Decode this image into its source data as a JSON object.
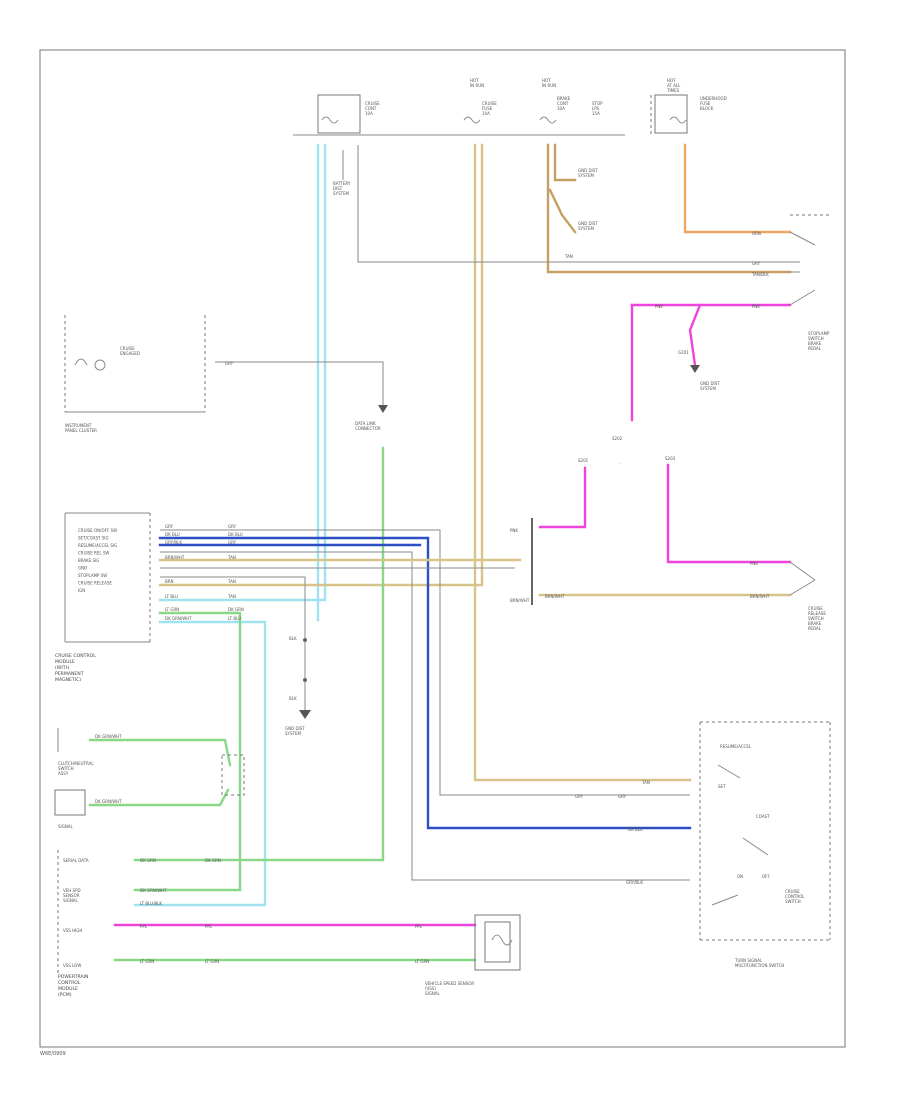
{
  "colors": {
    "lightblue": "#9fe3f0",
    "tan": "#d8c48a",
    "orange": "#f0a860",
    "gray": "#9a9a9a",
    "magenta": "#ee44dd",
    "green": "#88d888",
    "blue": "#2d4fc4",
    "brown": "#c4a062"
  },
  "footer_code": "W6E/0909",
  "components": {
    "underhood_fuse_top": [
      "HOT",
      "AT ALL",
      "TIMES"
    ],
    "junction_block": [
      "UNDERHOOD",
      "FUSE",
      "BLOCK"
    ],
    "fuse_left": [
      "CRUISE",
      "CONT",
      "10A"
    ],
    "fuse_mid": [
      "CRUISE",
      "FUSE",
      "10A"
    ],
    "fuse_right_a": [
      "BRAKE",
      "CONT",
      "10A"
    ],
    "fuse_right_b": [
      "STOP",
      "LPS",
      "15A"
    ],
    "hot_run_a": [
      "HOT",
      "IN RUN"
    ],
    "hot_run_b": [
      "HOT",
      "IN RUN"
    ],
    "battery_dist": [
      "BATTERY",
      "DIST",
      "SYSTEM"
    ],
    "gnd_dist_1": [
      "GND DIST",
      "SYSTEM"
    ],
    "gnd_dist_2": [
      "GND DIST",
      "SYSTEM"
    ],
    "gnd_dist_3": [
      "GND DIST",
      "SYSTEM"
    ],
    "instrument_cluster": [
      "INSTRUMENT",
      "PANEL CLUSTER"
    ],
    "cruise_indicator": [
      "CRUISE",
      "ENGAGED"
    ],
    "data_link": [
      "DATA LINK",
      "CONNECTOR"
    ],
    "stoplamp_switch": [
      "STOPLAMP",
      "SWITCH",
      "BRAKE",
      "PEDAL"
    ],
    "cruise_release_switch": [
      "CRUISE",
      "RELEASE",
      "SWITCH",
      "BRAKE",
      "PEDAL"
    ],
    "cruise_module": [
      "CRUISE CONTROL",
      "MODULE",
      "(WITH",
      "PERMANENT",
      "MAGNETIC)"
    ],
    "module_pins": [
      "CRUISE ON/OFF SW",
      "SET/COAST SIG",
      "RESUME/ACCEL SIG",
      "CRUISE REL SW",
      "BRAKE SIG",
      "GND",
      "STOPLAMP SW",
      "CRUISE RELEASE",
      "IGN"
    ],
    "clutch_switch": [
      "CLUTCH/NEUTRAL",
      "SWITCH",
      "ASSY"
    ],
    "pcm": [
      "POWERTRAIN",
      "CONTROL",
      "MODULE",
      "(PCM)"
    ],
    "pcm_pins": [
      "SERIAL DATA",
      "VEH SPD",
      "SENSOR",
      "SIGNAL",
      "VSS HIGH",
      "VSS LOW"
    ],
    "vss": [
      "VEHICLE SPEED SENSOR",
      "(VSS)",
      "SIGNAL"
    ],
    "mfs": [
      "TURN SIGNAL",
      "MULTIFUNCTION SWITCH"
    ],
    "mfs_inner": [
      "RESUME/ACCEL",
      "SET",
      "COAST",
      "ON",
      "OFF",
      "CRUISE",
      "CONTROL",
      "SWITCH"
    ],
    "splice_labels": [
      "S201",
      "S202",
      "S203",
      "G201"
    ]
  },
  "wire_labels": {
    "gry": "GRY",
    "tan": "TAN",
    "pnk": "PNK",
    "orn": "ORN",
    "ppl": "PPL",
    "dkgrn": "DK GRN",
    "ltgrn": "LT GRN",
    "dkblu": "DK BLU",
    "brn": "BRN",
    "blk": "BLK",
    "ltblu": "LT BLU",
    "dkgrnwht": "DK GRN/WHT",
    "ltblublk": "LT BLU/BLK",
    "gryblk": "GRY/BLK",
    "brnwht": "BRN/WHT",
    "tanblk": "TAN/BLK"
  }
}
